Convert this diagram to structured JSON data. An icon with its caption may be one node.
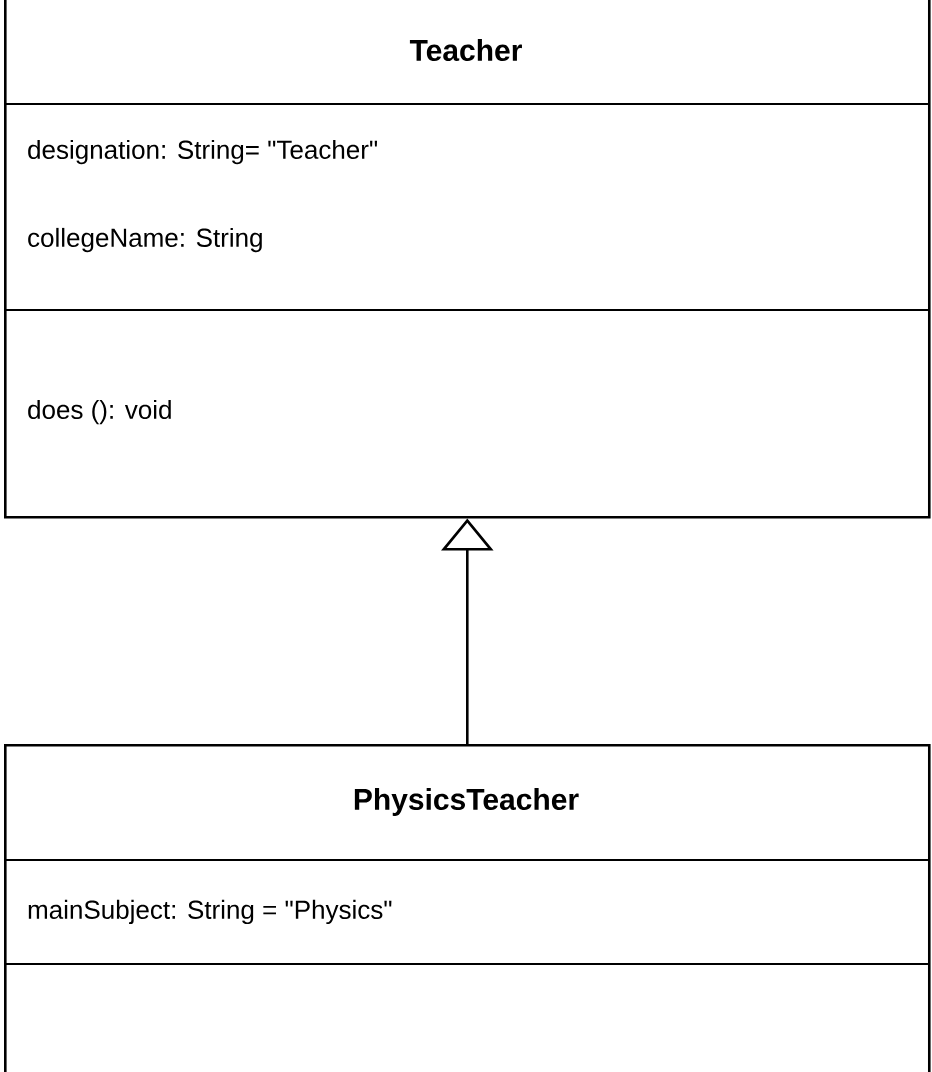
{
  "diagram": {
    "nodes": [
      {
        "text": [
          "Teacher",
          "designation: String= \"Teacher\"",
          "collegeName: String",
          "does (): void"
        ]
      },
      {
        "text": [
          "PhysicsTeacher",
          "mainSubject: String = \"Physics\""
        ]
      }
    ],
    "edges": [
      {
        "from": 1,
        "to": 0,
        "arrow": "to"
      }
    ]
  }
}
